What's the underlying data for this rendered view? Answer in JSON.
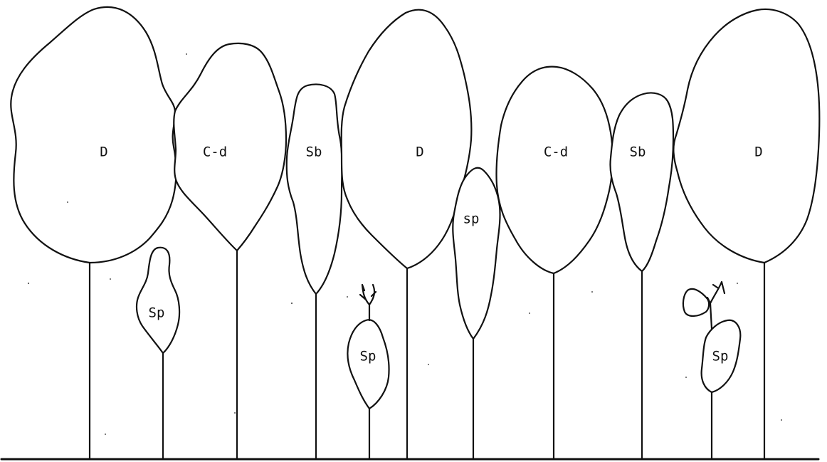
{
  "trees": [
    {
      "id": "dominant-1",
      "label": "D",
      "class": "dominant"
    },
    {
      "id": "codominant-1",
      "label": "C-d",
      "class": "codominant"
    },
    {
      "id": "subdominant-1",
      "label": "Sb",
      "class": "subdominant"
    },
    {
      "id": "dominant-2",
      "label": "D",
      "class": "dominant"
    },
    {
      "id": "codominant-2",
      "label": "C-d",
      "class": "codominant"
    },
    {
      "id": "subdominant-2",
      "label": "Sb",
      "class": "subdominant"
    },
    {
      "id": "dominant-3",
      "label": "D",
      "class": "dominant"
    },
    {
      "id": "suppressed-1",
      "label": "Sp",
      "class": "suppressed"
    },
    {
      "id": "suppressed-2",
      "label": "Sp",
      "class": "suppressed"
    },
    {
      "id": "suppressed-3",
      "label": "sp",
      "class": "suppressed"
    },
    {
      "id": "suppressed-4",
      "label": "Sp",
      "class": "suppressed"
    }
  ]
}
